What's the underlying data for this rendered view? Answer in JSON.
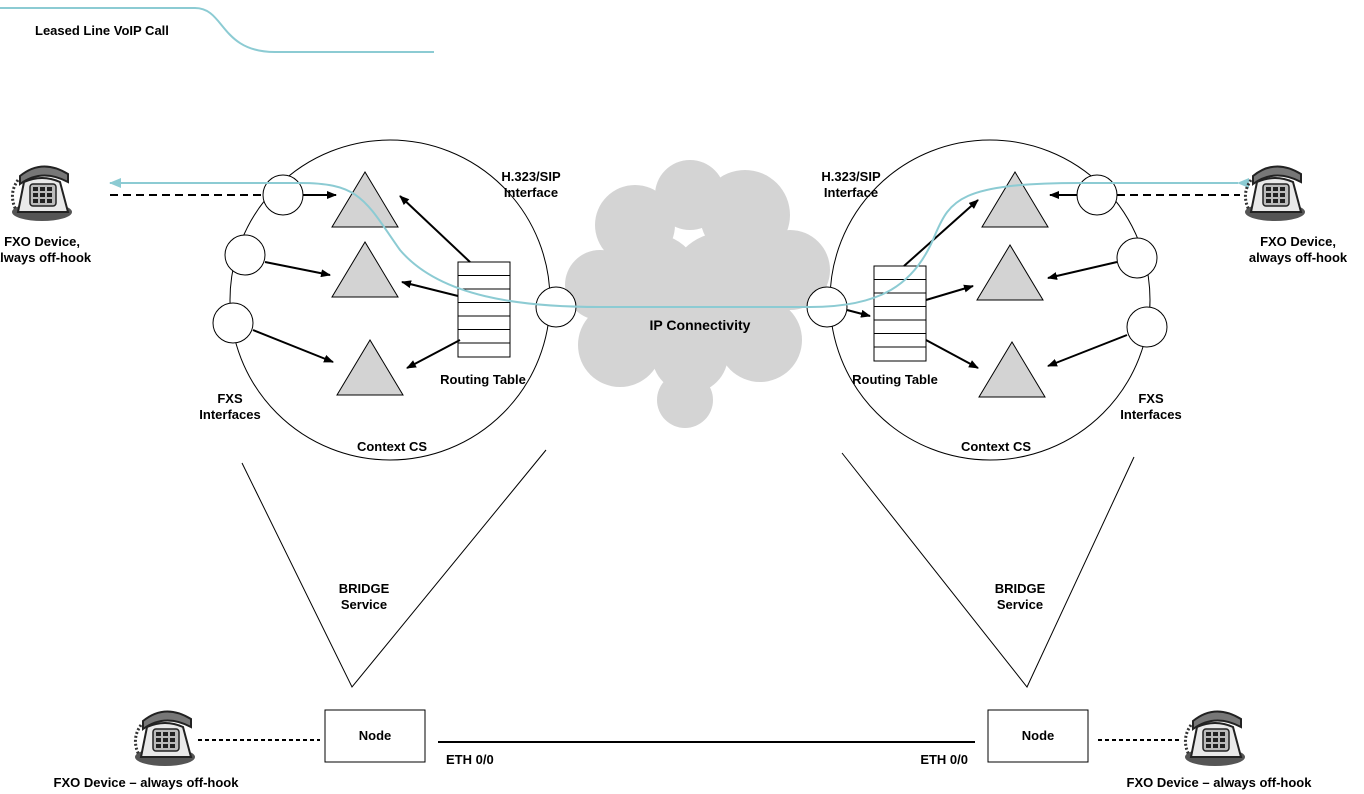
{
  "legend": {
    "title": "Leased Line VoIP Call"
  },
  "network": {
    "label": "IP Connectivity"
  },
  "left_context": {
    "h323_line1": "H.323/SIP",
    "h323_line2": "Interface",
    "routing_table": "Routing Table",
    "fxs_line1": "FXS",
    "fxs_line2": "Interfaces",
    "context_label": "Context CS",
    "bridge_line1": "BRIDGE",
    "bridge_line2": "Service",
    "node_label": "Node",
    "eth_label": "ETH 0/0"
  },
  "right_context": {
    "h323_line1": "H.323/SIP",
    "h323_line2": "Interface",
    "routing_table": "Routing Table",
    "fxs_line1": "FXS",
    "fxs_line2": "Interfaces",
    "context_label": "Context CS",
    "bridge_line1": "BRIDGE",
    "bridge_line2": "Service",
    "node_label": "Node",
    "eth_label": "ETH 0/0"
  },
  "devices": {
    "top_left_line1": "FXO Device,",
    "top_left_line2": "always off-hook",
    "top_right_line1": "FXO Device,",
    "top_right_line2": "always off-hook",
    "bottom_left": "FXO Device – always off-hook",
    "bottom_right": "FXO Device – always off-hook"
  },
  "colors": {
    "call_path": "#8ccbd3",
    "cloud": "#d4d4d4",
    "triangle_fill": "#d3d3d3",
    "line": "#000000"
  }
}
